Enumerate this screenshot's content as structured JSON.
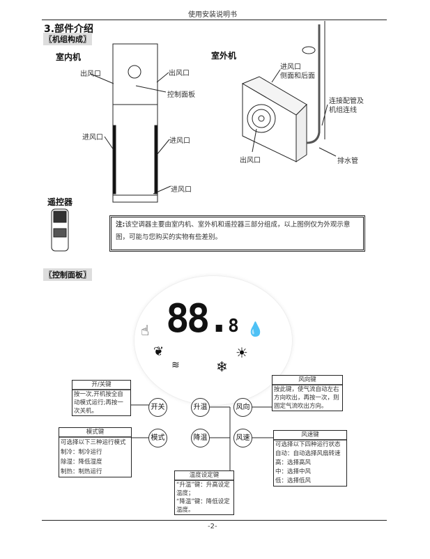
{
  "header": {
    "title": "使用安装说明书"
  },
  "section": {
    "title": "3.部件介绍",
    "sub1": "〖机组构成〗",
    "sub2": "〖控制面板〗"
  },
  "indoor": {
    "title": "室内机",
    "labels": {
      "outlet_left": "出风口",
      "outlet_right": "出风口",
      "control_panel": "控制面板",
      "inlet_left": "进风口",
      "inlet_right": "进风口",
      "inlet_bottom": "进风口"
    }
  },
  "outdoor": {
    "title": "室外机",
    "labels": {
      "inlet": "进风口",
      "inlet_sub": "侧面和后面",
      "pipe1": "连接配管及",
      "pipe2": "机组连线",
      "outlet": "出风口",
      "drain": "排水管"
    }
  },
  "remote": {
    "title": "遥控器"
  },
  "note": {
    "prefix": "注:",
    "text": "该空调器主要由室内机、室外机和遥控器三部分组成，以上图例仅为外观示意图，可能与您购买的实物有些差别。"
  },
  "panel": {
    "display": "88.",
    "display_small": "8",
    "icons": [
      "hand-icon",
      "drop-icon",
      "leaf-icon",
      "heater-icon",
      "snowflake-icon",
      "sun-icon"
    ]
  },
  "buttons": {
    "power": "开关",
    "temp_up": "升温",
    "wind_dir": "风向",
    "mode": "模式",
    "temp_down": "降温",
    "wind_speed": "风速"
  },
  "boxes": {
    "power": {
      "title": "开/关键",
      "body": "按一次,开机按全自动模式运行;再按一次关机。"
    },
    "mode": {
      "title": "模式键",
      "lines": [
        "可选择以下三种运行模式",
        "制冷：制冷运行",
        "除湿：降低湿度",
        "制热：制热运行"
      ]
    },
    "temp": {
      "title": "温度设定键",
      "lines": [
        "“升温”键：升高设定温度；",
        "“降温”键：降低设定温度。"
      ]
    },
    "wind_dir": {
      "title": "风向键",
      "body": "按此键，使气流自动左右方向吹出，再按一次，则固定气流吹出方向。"
    },
    "wind_speed": {
      "title": "风速键",
      "lines": [
        "可选择以下四种运行状态",
        "自动：自动选择风扇转速",
        "高：选择高风",
        "中：选择中风",
        "低：选择低风"
      ]
    }
  },
  "footer": {
    "page": "-2-"
  }
}
